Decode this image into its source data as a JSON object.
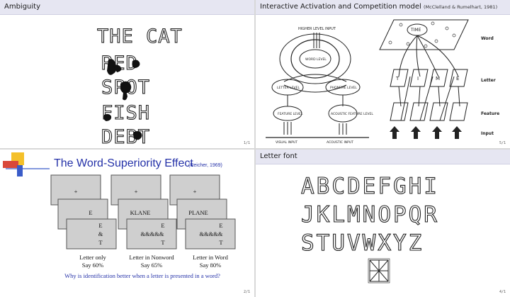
{
  "slides": [
    {
      "title": "Ambiguity",
      "page": "1/1",
      "words": [
        "THE CAT",
        "RED",
        "SPOT",
        "FISH",
        "DEBT"
      ]
    },
    {
      "title": "Interactive Activation and Competition model",
      "title_small": "(McClelland & Rumelhart, 1981)",
      "page": "5/1",
      "left": {
        "top_label": "HIGHER LEVEL INPUT",
        "word_level": "WORD LEVEL",
        "letter_level": "LETTER LEVEL",
        "phoneme_level": "PHONEME LEVEL",
        "feature_level": "FEATURE LEVEL",
        "acoustic_level": "ACOUSTIC FEATURE LEVEL",
        "visual_input": "VISUAL INPUT",
        "acoustic_input": "ACOUSTIC INPUT"
      },
      "right": {
        "time_label": "TIME",
        "layers": [
          "Word",
          "Letter",
          "Feature",
          "Input"
        ],
        "letter_nodes": [
          "T",
          "I",
          "M",
          "E"
        ]
      }
    },
    {
      "title": "The Word-Superiority Effect",
      "citation": "(Reicher, 1969)",
      "page": "2/1",
      "columns": [
        {
          "fixation": "+",
          "stim": "E",
          "letter_top": "E",
          "letter_mid": "&",
          "letter_bot": "T",
          "caption1": "Letter only",
          "caption2": "Say 60%"
        },
        {
          "fixation": "+",
          "stim": "KLANE",
          "letter_top": "E",
          "letter_mid": "&&&&&",
          "letter_bot": "T",
          "caption1": "Letter in Nonword",
          "caption2": "Say 65%"
        },
        {
          "fixation": "+",
          "stim": "PLANE",
          "letter_top": "E",
          "letter_mid": "&&&&&",
          "letter_bot": "T",
          "caption1": "Letter in Word",
          "caption2": "Say 80%"
        }
      ],
      "question": "Why is identification better when a letter is presented in a word?"
    },
    {
      "title": "Letter font",
      "page": "4/1",
      "rows": [
        "ABCDEFGHI",
        "JKLMNOPQR",
        "STUVWXYZ"
      ]
    }
  ]
}
